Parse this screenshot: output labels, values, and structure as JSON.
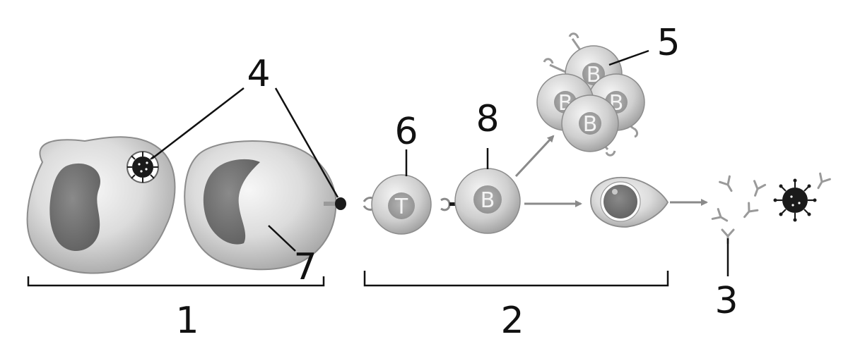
{
  "labels": {
    "n1": "1",
    "n2": "2",
    "n3": "3",
    "n4": "4",
    "n5": "5",
    "n6": "6",
    "n7": "7",
    "n8": "8"
  },
  "cell_letters": {
    "t_cell": "T",
    "b_cell": "B",
    "b_clone": "B"
  },
  "colors": {
    "line": "#111111",
    "cell_light": "#e6e6e6",
    "cell_mid": "#bdbdbd",
    "nucleus": "#777777",
    "arrow": "#8a8a8a",
    "antibody": "#9a9a9a"
  }
}
